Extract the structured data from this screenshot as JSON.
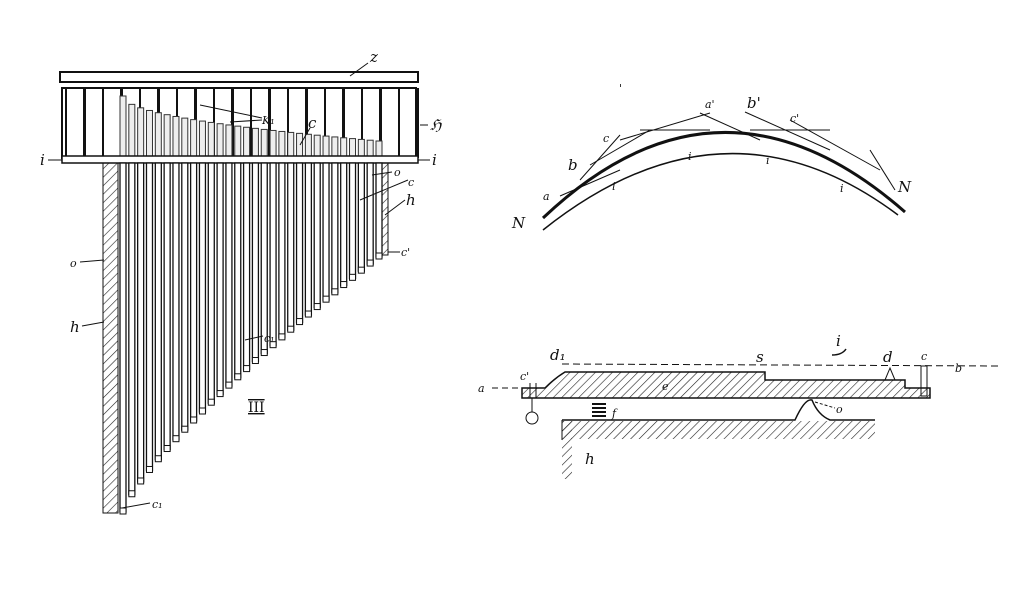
{
  "figure_pipes": {
    "figure_number": "III",
    "labels": {
      "top_rail": "z",
      "keys": "K₁",
      "inner_c": "c",
      "frame": "ℌ",
      "rail_left": "i",
      "rail_right": "i",
      "right_o": "o",
      "right_c": "c",
      "right_h": "h",
      "right_c_prime": "c'",
      "left_o": "o",
      "left_h": "h",
      "mid_c1": "c₁",
      "bottom_c1": "c₁"
    },
    "tube_count": 30
  },
  "figure_arch": {
    "labels": {
      "n_left": "N",
      "a": "a",
      "b": "b",
      "c": "c",
      "tick": "'",
      "a_prime": "a'",
      "b_prime": "b'",
      "c_prime": "c'",
      "i1": "i",
      "i2": "i",
      "i3": "i",
      "i4": "i",
      "n_right": "N"
    }
  },
  "figure_lever": {
    "labels": {
      "a": "a",
      "c_prime": "c'",
      "d1": "d₁",
      "s": "s",
      "i": "i",
      "d": "d",
      "c": "c",
      "b": "b",
      "e": "e",
      "f": "f",
      "o": "o",
      "h": "h"
    }
  }
}
